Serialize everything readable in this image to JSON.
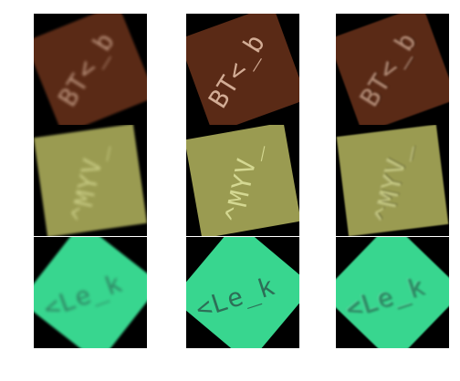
{
  "grid": {
    "rows": [
      {
        "text": "BT<_b",
        "card_color": "#5a2a16",
        "text_color": "#d9b39c",
        "tiles": [
          {
            "variant": "blurred"
          },
          {
            "variant": "sharp"
          },
          {
            "variant": "embossed"
          }
        ]
      },
      {
        "text": "^MYV_",
        "card_color": "#9a9b51",
        "text_color": "#d8dc96",
        "tiles": [
          {
            "variant": "blurred"
          },
          {
            "variant": "sharp"
          },
          {
            "variant": "embossed"
          }
        ]
      },
      {
        "text": "<Le_k",
        "card_color": "#38d68f",
        "text_color": "#2d6a55",
        "tiles": [
          {
            "variant": "blurred"
          },
          {
            "variant": "sharp"
          },
          {
            "variant": "embossed"
          }
        ]
      }
    ]
  }
}
